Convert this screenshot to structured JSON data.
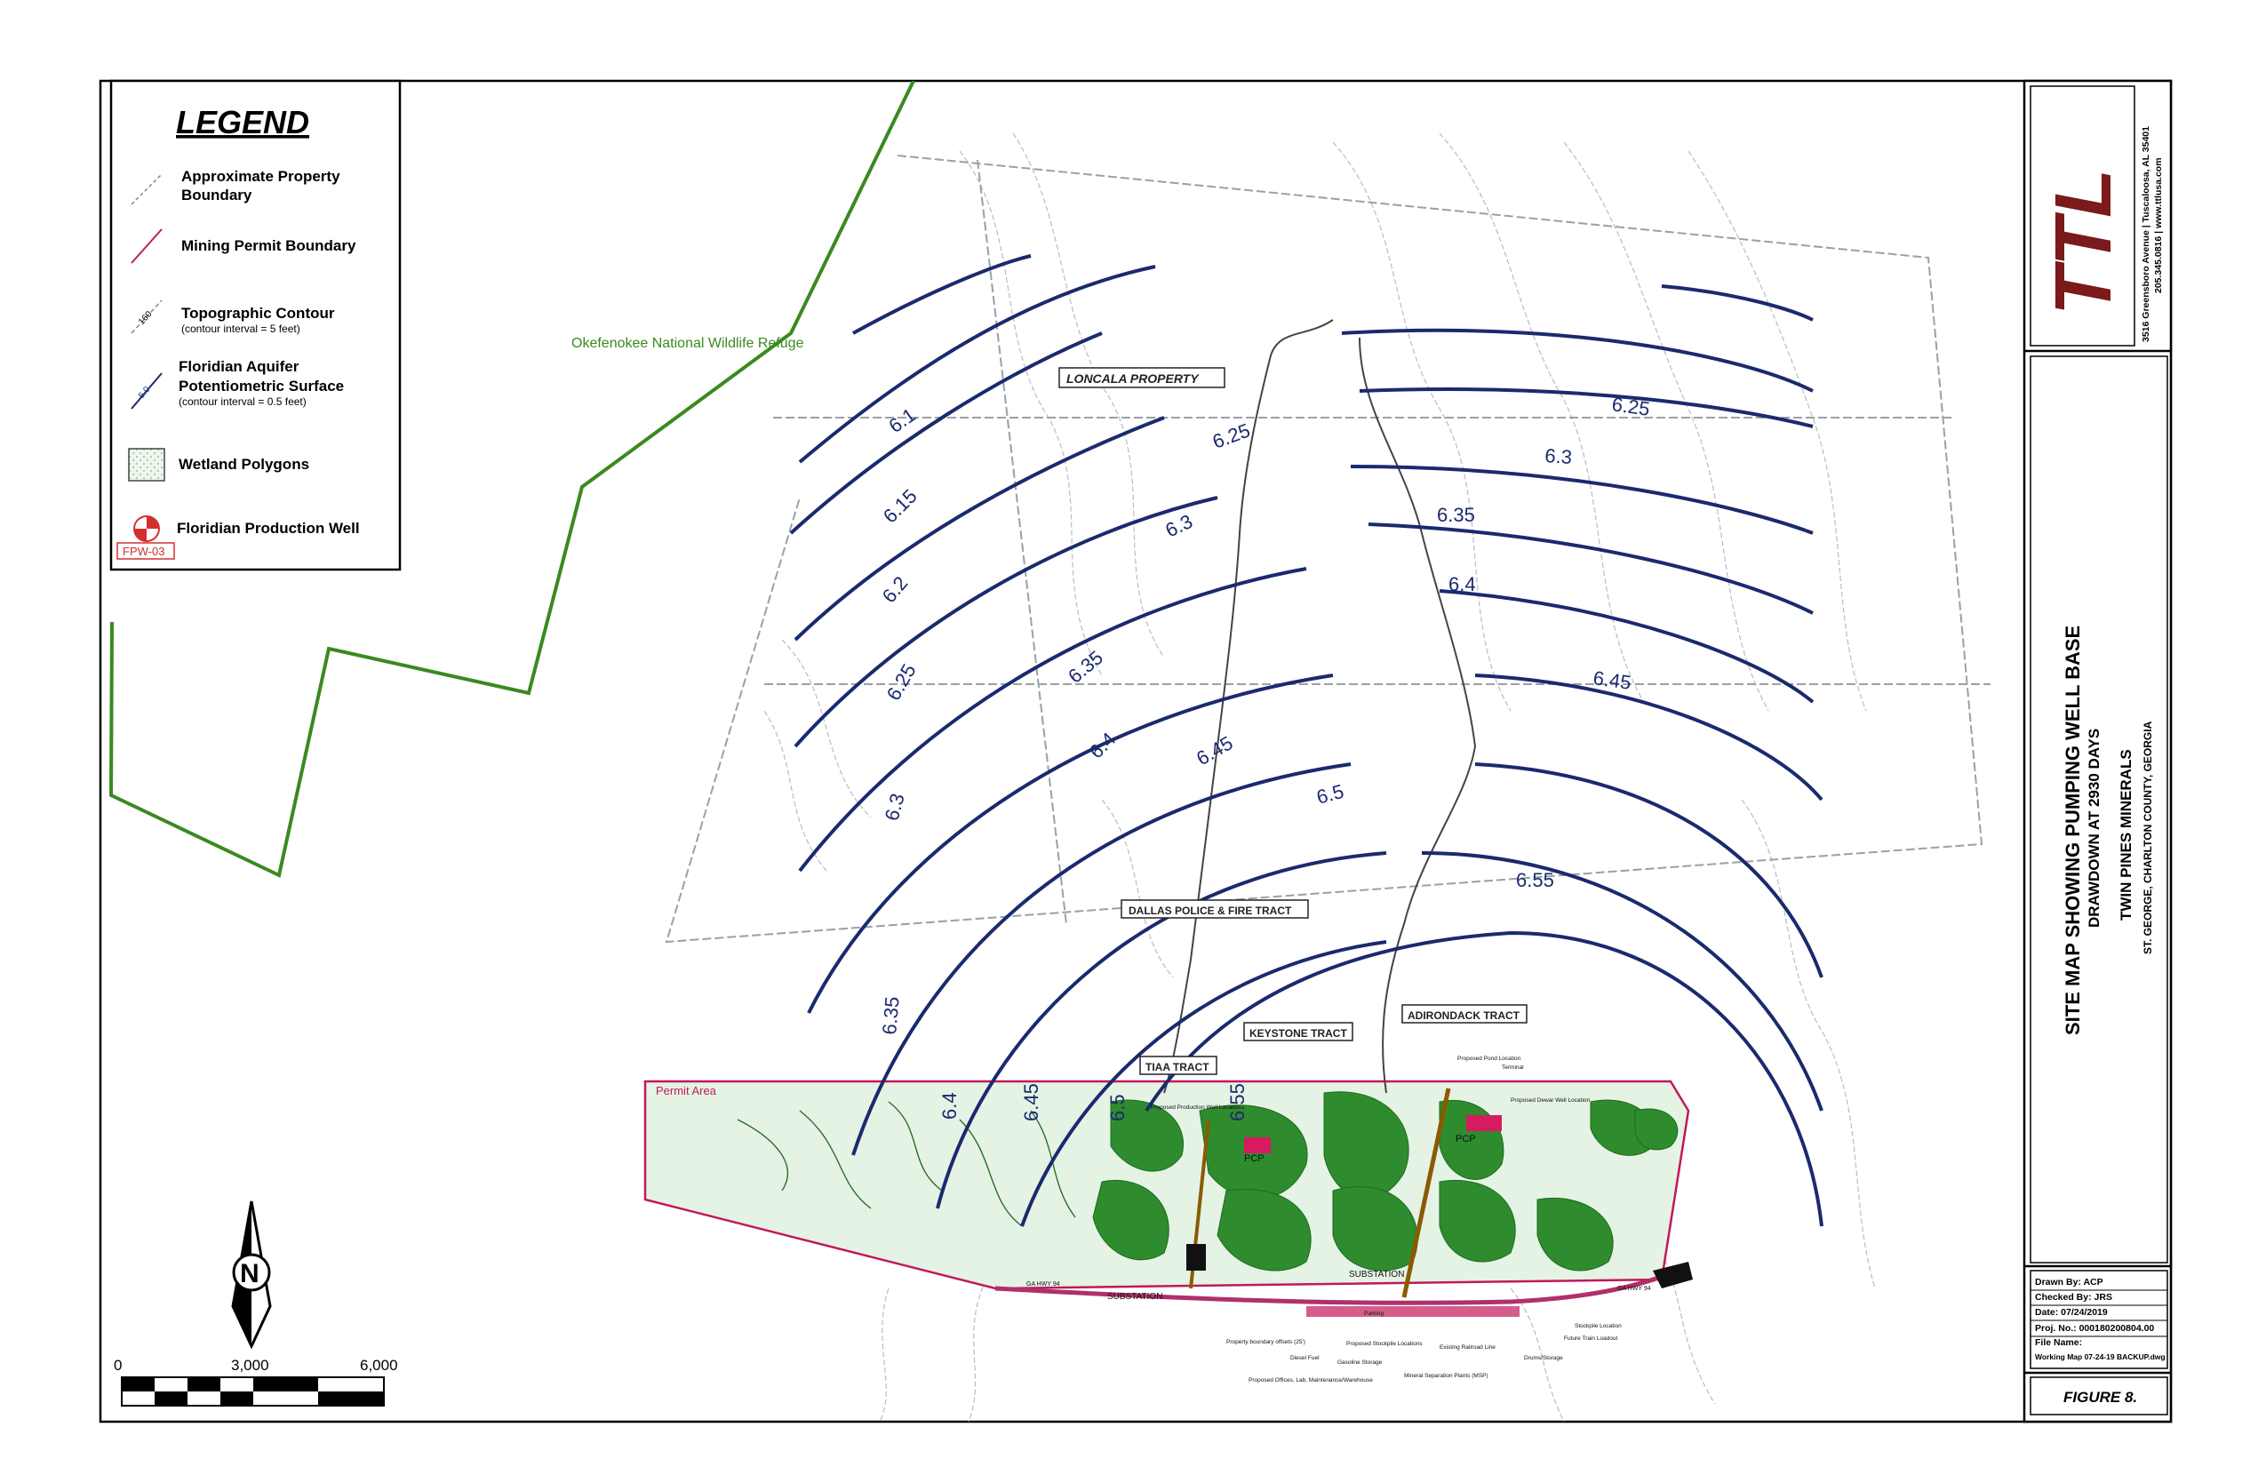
{
  "legend": {
    "title": "LEGEND",
    "items": [
      {
        "label": "Approximate Property Boundary",
        "lines": [
          "Approximate Property",
          "Boundary"
        ]
      },
      {
        "label": "Mining Permit Boundary"
      },
      {
        "label": "Topographic Contour",
        "sub": "(contour interval = 5 feet)",
        "sample": "160"
      },
      {
        "label": "Floridian Aquifer Potentiometric Surface",
        "lines": [
          "Floridian Aquifer",
          "Potentiometric Surface"
        ],
        "sub": "(contour interval = 0.5 feet)",
        "sample": "6.0"
      },
      {
        "label": "Wetland Polygons"
      },
      {
        "label": "Floridian Production Well",
        "tag": "FPW-03"
      }
    ]
  },
  "map": {
    "refuge_label": "Okefenokee National Wildlife Refuge",
    "tracts": [
      "LONCALA PROPERTY",
      "DALLAS POLICE & FIRE TRACT",
      "KEYSTONE TRACT",
      "ADIRONDACK TRACT",
      "TIAA TRACT"
    ],
    "permit_area_label": "Permit Area",
    "substation_labels": [
      "SUBSTATION",
      "SUBSTATION"
    ],
    "plant_labels": [
      "PCP",
      "PCP"
    ],
    "road_labels": [
      "GA HWY 94",
      "GA HWY 94"
    ],
    "facility_notes": [
      "Proposed Pond Location",
      "Terminal",
      "Proposed Dewar Well Location",
      "Proposed Production Well Location",
      "Parking",
      "Stockpile Location",
      "Proposed Stockpile Locations",
      "Existing Railroad Line",
      "Future Train Loadout",
      "Property boundary offsets (25')",
      "Diesel Fuel",
      "Gasoline Storage",
      "Proposed Offices, Lab, Maintenance/Warehouse",
      "Mineral Separation Plants (MSP)",
      "Drums/Storage"
    ],
    "contour_colors": {
      "potentiometric": "#1b2a6e",
      "refuge": "#3a8a1f",
      "permit": "#c2185b",
      "wetland": "#2e8b2e",
      "wetland_light": "#d8eed8"
    },
    "contours": [
      {
        "value": "6.1",
        "labels": [
          "6.1"
        ]
      },
      {
        "value": "6.15",
        "labels": [
          "6.15"
        ]
      },
      {
        "value": "6.2",
        "labels": [
          "6.2"
        ]
      },
      {
        "value": "6.25",
        "labels": [
          "6.25",
          "6.25",
          "6.25"
        ]
      },
      {
        "value": "6.3",
        "labels": [
          "6.3",
          "6.3",
          "6.3"
        ]
      },
      {
        "value": "6.35",
        "labels": [
          "6.35",
          "6.35",
          "6.35"
        ]
      },
      {
        "value": "6.4",
        "labels": [
          "6.4",
          "6.4",
          "6.4"
        ]
      },
      {
        "value": "6.45",
        "labels": [
          "6.45",
          "6.45",
          "6.45"
        ]
      },
      {
        "value": "6.5",
        "labels": [
          "6.5",
          "6.5"
        ]
      },
      {
        "value": "6.55",
        "labels": [
          "6.55",
          "6.55"
        ]
      }
    ]
  },
  "scale": {
    "ticks": [
      "0",
      "3,000",
      "6,000"
    ]
  },
  "north_arrow": {
    "letter": "N"
  },
  "title_block": {
    "logo": "TTL",
    "address": "3516 Greensboro Avenue | Tuscaloosa, AL 35401",
    "contact": "205.345.0816 | www.ttlusa.com",
    "title": "SITE MAP SHOWING PUMPING WELL BASE",
    "subtitle": "DRAWDOWN AT 2930 DAYS",
    "client": "TWIN PINES MINERALS",
    "location": "ST. GEORGE, CHARLTON COUNTY, GEORGIA",
    "drawn_by": "Drawn By: ACP",
    "checked_by": "Checked By: JRS",
    "date": "Date: 07/24/2019",
    "proj_no": "Proj. No.: 000180200804.00",
    "file_name": "File Name:",
    "file_path": "Working Map 07-24-19 BACKUP.dwg",
    "figure": "FIGURE 8."
  }
}
